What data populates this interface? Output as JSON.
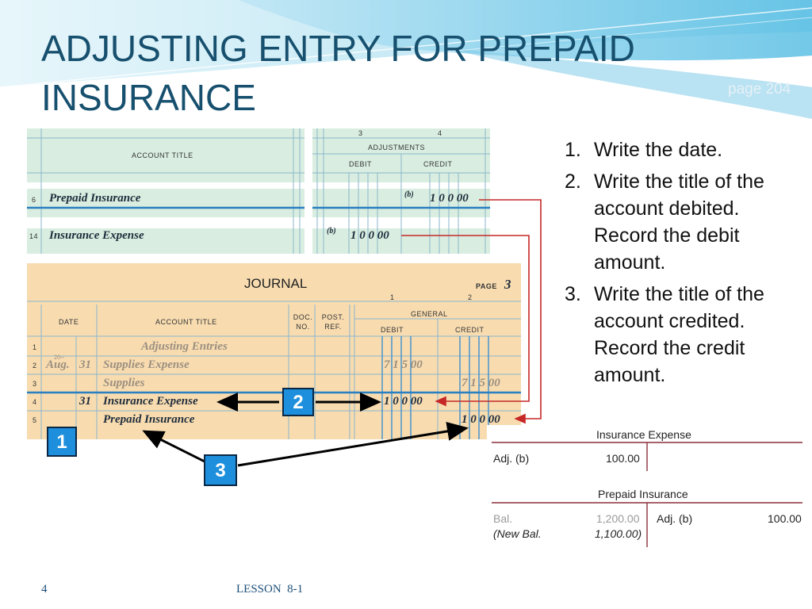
{
  "slide": {
    "title_line1": "ADJUSTING ENTRY FOR PREPAID",
    "title_line2": "INSURANCE",
    "page_ref": "page 204"
  },
  "worksheet": {
    "col_num_left": "3",
    "col_num_right": "4",
    "account_title_header": "ACCOUNT TITLE",
    "adjustments_header": "ADJUSTMENTS",
    "debit_header": "DEBIT",
    "credit_header": "CREDIT",
    "rows": [
      {
        "line": "6",
        "account": "Prepaid Insurance",
        "ref": "(b)",
        "credit": "1 0 0 00"
      },
      {
        "line": "14",
        "account": "Insurance Expense",
        "ref": "(b)",
        "debit": "1 0 0 00"
      }
    ]
  },
  "journal": {
    "title": "JOURNAL",
    "page_label": "PAGE",
    "page_number": "3",
    "col1": "1",
    "col2": "2",
    "date_header": "DATE",
    "account_title_header": "ACCOUNT TITLE",
    "doc_header_1": "DOC.",
    "doc_header_2": "NO.",
    "post_header_1": "POST.",
    "post_header_2": "REF.",
    "general_header": "GENERAL",
    "debit_header": "DEBIT",
    "credit_header": "CREDIT",
    "rows": [
      {
        "line": "1",
        "year": "20--",
        "month": "",
        "day": "",
        "account": "Adjusting Entries",
        "debit": "",
        "credit": ""
      },
      {
        "line": "2",
        "year": "",
        "month": "Aug.",
        "day": "31",
        "account": "Supplies Expense",
        "debit": "7 1 5 00",
        "credit": ""
      },
      {
        "line": "3",
        "year": "",
        "month": "",
        "day": "",
        "account": "Supplies",
        "debit": "",
        "credit": "7 1 5 00"
      },
      {
        "line": "4",
        "year": "",
        "month": "",
        "day": "31",
        "account": "Insurance Expense",
        "debit": "1 0 0 00",
        "credit": ""
      },
      {
        "line": "5",
        "year": "",
        "month": "",
        "day": "",
        "account": "Prepaid Insurance",
        "debit": "",
        "credit": "1 0 0 00"
      }
    ]
  },
  "steps": [
    {
      "num": "1.",
      "text": "Write the date."
    },
    {
      "num": "2.",
      "text": "Write the title of the account debited. Record the debit amount."
    },
    {
      "num": "3.",
      "text": "Write the title of the account credited. Record the credit amount."
    }
  ],
  "badges": {
    "b1": "1",
    "b2": "2",
    "b3": "3"
  },
  "t_accounts": {
    "insurance_expense": {
      "title": "Insurance Expense",
      "debit_label": "Adj. (b)",
      "debit_amount": "100.00"
    },
    "prepaid_insurance": {
      "title": "Prepaid Insurance",
      "bal_label": "Bal.",
      "bal_amount": "1,200.00",
      "newbal_label": "(New Bal.",
      "newbal_amount": "1,100.00)",
      "credit_label": "Adj. (b)",
      "credit_amount": "100.00"
    }
  },
  "footer": {
    "slide_number": "4",
    "lesson": "LESSON  8-1"
  },
  "colors": {
    "title": "#17506e",
    "worksheet_bg": "#d9eee0",
    "journal_bg": "#f8dcb0",
    "rule_blue": "#2a7fc0",
    "arrow_red": "#c62828",
    "badge_blue": "#1d8fdc"
  }
}
